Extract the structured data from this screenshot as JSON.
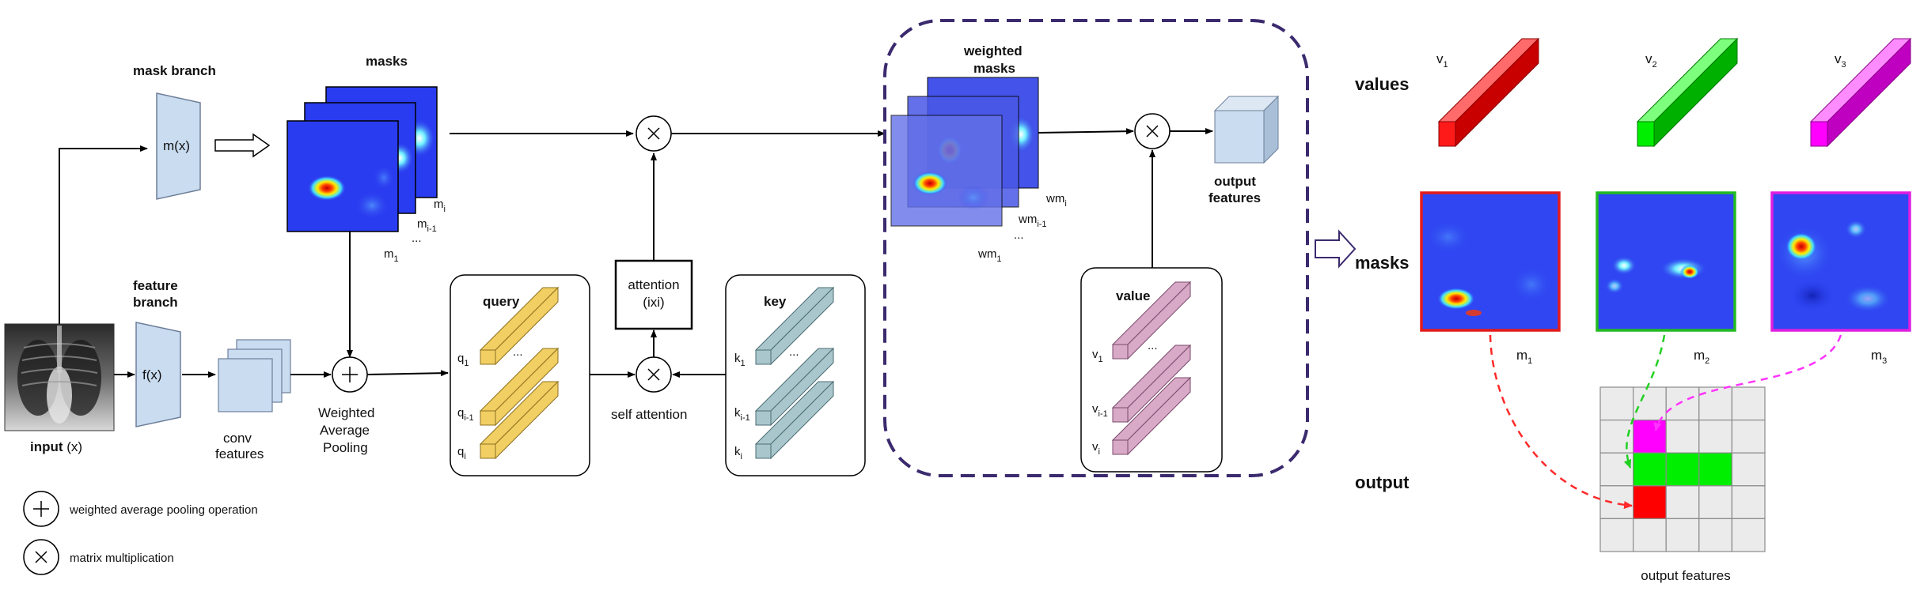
{
  "left": {
    "input": {
      "bold": "input",
      "rest": " (x)"
    },
    "mask_branch": "mask branch",
    "mask_fn": "m(x)",
    "masks_title": "masks",
    "mask_labels": {
      "mi": "m",
      "mi_sub": "i",
      "mi1": "m",
      "mi1_sub": "i-1",
      "dots": "...",
      "m1": "m",
      "m1_sub": "1"
    },
    "feature_branch_1": "feature",
    "feature_branch_2": "branch",
    "feature_fn": "f(x)",
    "conv_1": "conv",
    "conv_2": "features",
    "wap_1": "Weighted",
    "wap_2": "Average",
    "wap_3": "Pooling",
    "query_title": "query",
    "q1": "q",
    "q1_sub": "1",
    "qi1": "q",
    "qi1_sub": "i-1",
    "qi": "q",
    "qi_sub": "i",
    "dots": "...",
    "self_attention": "self attention",
    "attention_1": "attention",
    "attention_2": "(ixi)",
    "key_title": "key",
    "k1": "k",
    "k1_sub": "1",
    "ki1": "k",
    "ki1_sub": "i-1",
    "ki": "k",
    "ki_sub": "i",
    "weighted_masks_1": "weighted",
    "weighted_masks_2": "masks",
    "wmi": "wm",
    "wmi_sub": "i",
    "wmi1": "wm",
    "wmi1_sub": "i-1",
    "wm1": "wm",
    "wm1_sub": "1",
    "value_title": "value",
    "v1": "v",
    "v1_sub": "1",
    "vi1": "v",
    "vi1_sub": "i-1",
    "vi": "v",
    "vi_sub": "i",
    "output_features_1": "output",
    "output_features_2": "features"
  },
  "legend": {
    "plus_text": "weighted average pooling operation",
    "times_text": "matrix multiplication"
  },
  "right": {
    "values_label": "values",
    "masks_label": "masks",
    "output_label": "output",
    "v1": "v",
    "v1_sub": "1",
    "v2": "v",
    "v2_sub": "2",
    "v3": "v",
    "v3_sub": "3",
    "m1": "m",
    "m1_sub": "1",
    "m2": "m",
    "m2_sub": "2",
    "m3": "m",
    "m3_sub": "3",
    "output_features": "output features"
  },
  "colors": {
    "red": "#ff0000",
    "green": "#00ee00",
    "magenta": "#ff00ff",
    "heatmap_blue": "#2a3cf0",
    "query_yellow": "#f2cf63",
    "key_teal": "#a8c6cc",
    "value_pink": "#d9a9c8",
    "box_lightblue": "#c9dcf0",
    "dash_purple": "#3b2a6e"
  },
  "output_grid": {
    "rows": 5,
    "cols": 5,
    "filled": [
      {
        "row": 1,
        "col": 1,
        "color": "magenta"
      },
      {
        "row": 2,
        "col": 1,
        "color": "green"
      },
      {
        "row": 2,
        "col": 2,
        "color": "green"
      },
      {
        "row": 2,
        "col": 3,
        "color": "green"
      },
      {
        "row": 3,
        "col": 1,
        "color": "red"
      }
    ]
  }
}
